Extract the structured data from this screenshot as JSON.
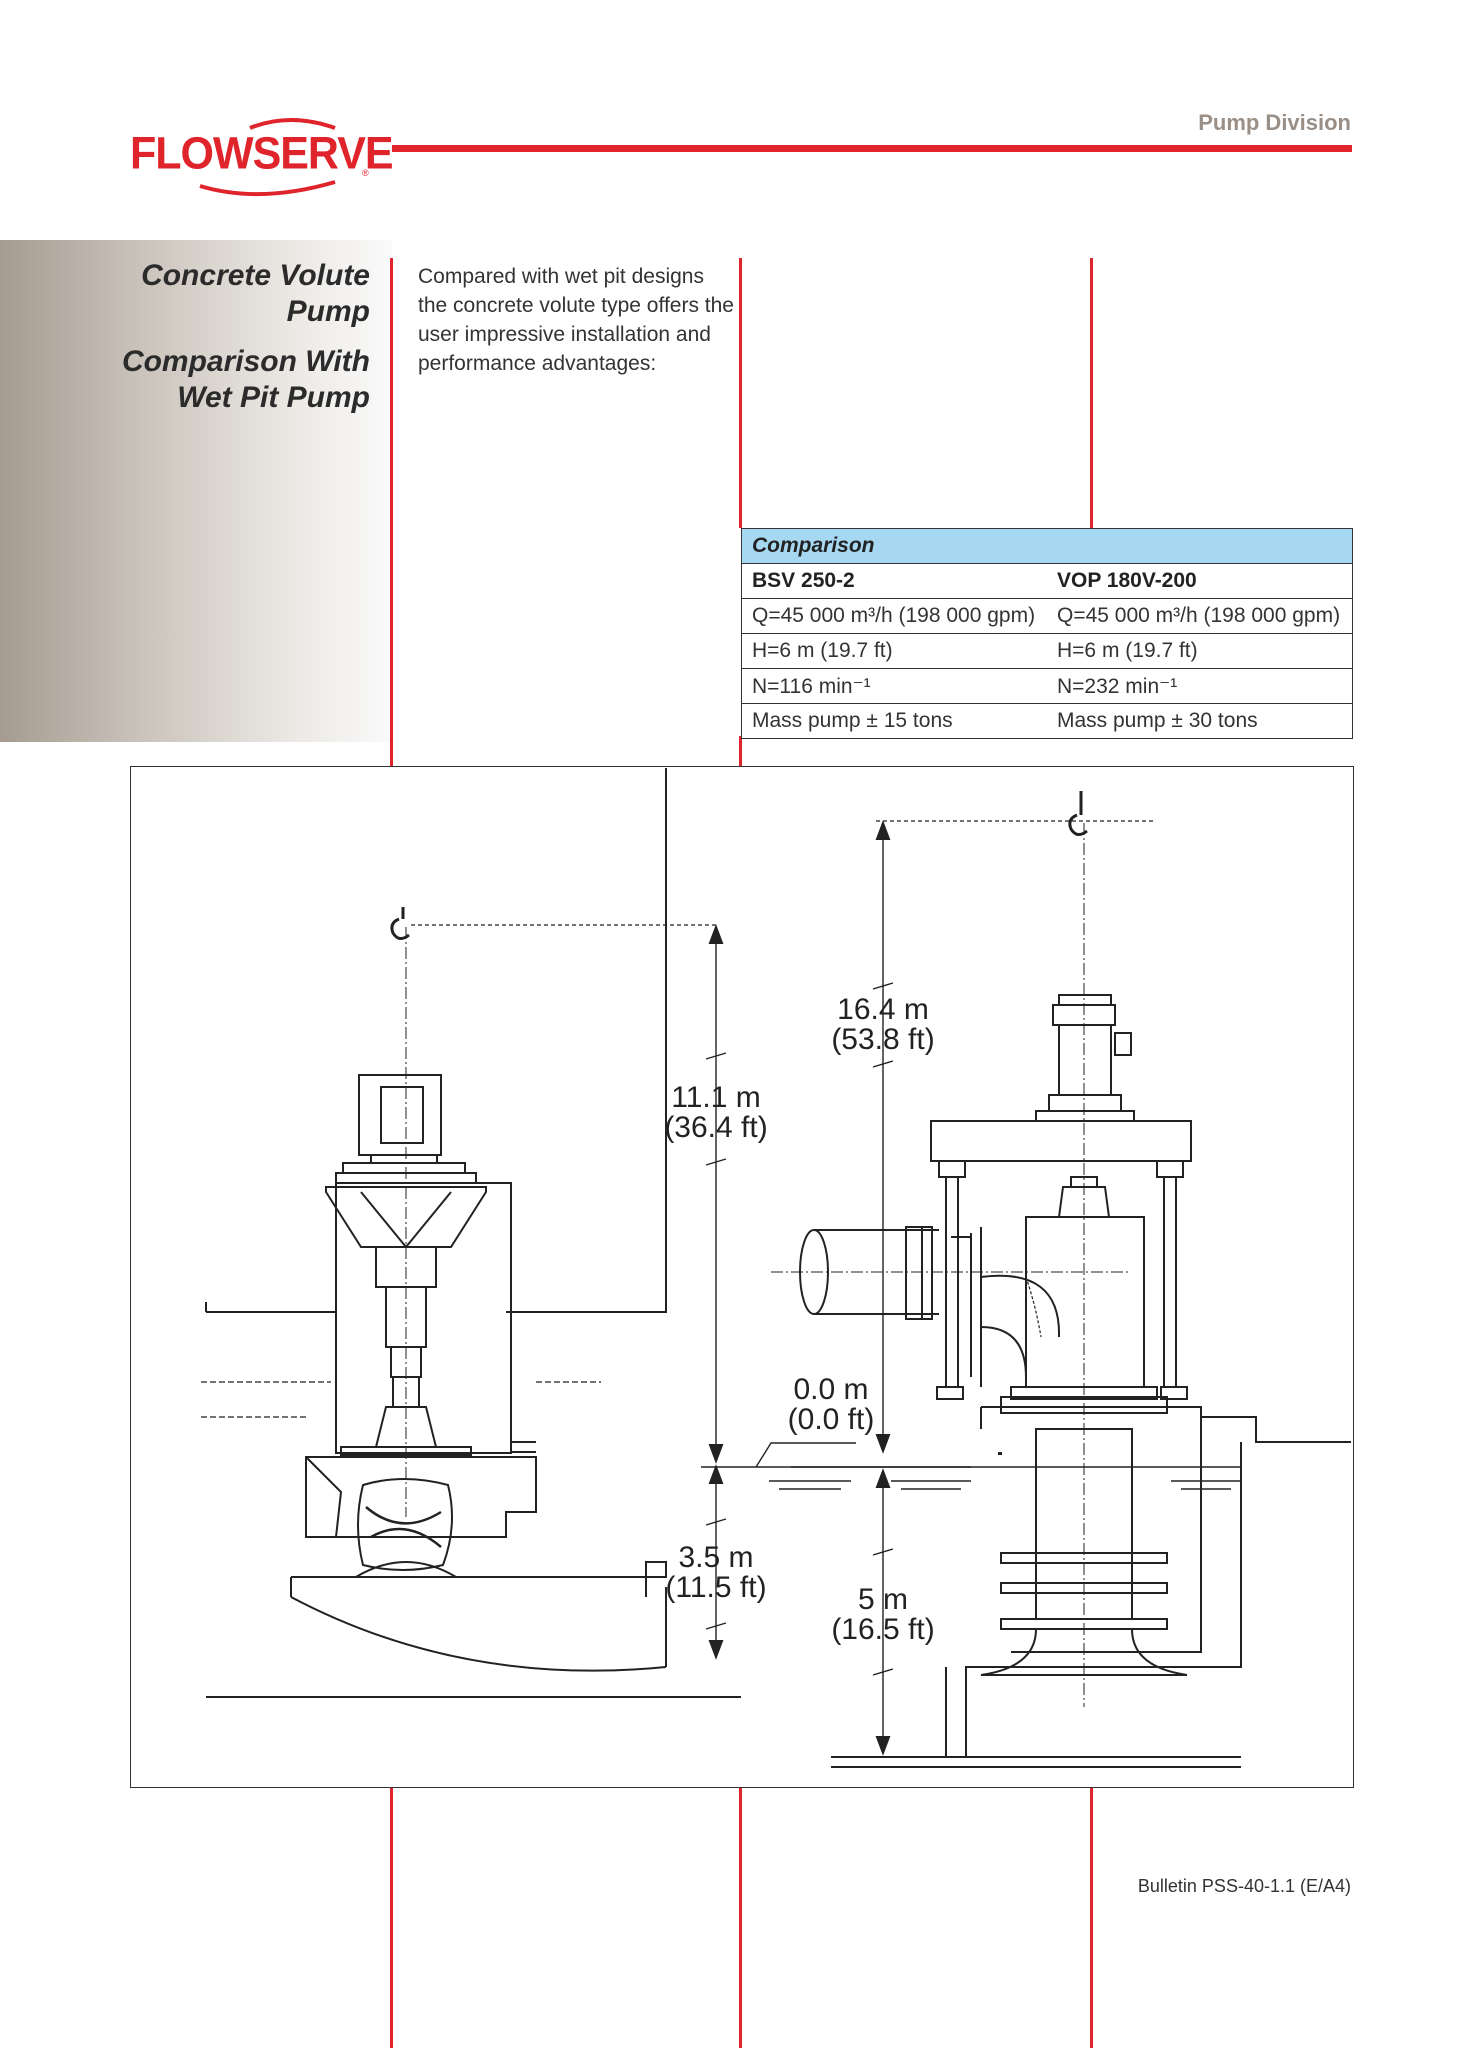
{
  "header": {
    "brand": "FLOWSERVE",
    "division": "Pump Division"
  },
  "sidebar": {
    "title_1": "Concrete Volute Pump",
    "title_2": "Comparison With Wet Pit Pump"
  },
  "intro_text": "Compared with wet pit designs the concrete volute type offers the user impressive installation and performance advantages:",
  "comparison": {
    "caption": "Comparison",
    "columns": [
      "BSV 250-2",
      "VOP 180V-200"
    ],
    "rows": [
      [
        "Q=45 000 m³/h (198 000 gpm)",
        "Q=45 000 m³/h (198 000 gpm)"
      ],
      [
        "H=6 m (19.7 ft)",
        "H=6 m (19.7 ft)"
      ],
      [
        "N=116 min⁻¹",
        "N=232 min⁻¹"
      ],
      [
        "Mass pump ± 15 tons",
        "Mass pump ± 30 tons"
      ]
    ]
  },
  "diagram": {
    "left_height": "11.1 m",
    "left_height_ft": "(36.4 ft)",
    "left_depth": "3.5 m",
    "left_depth_ft": "(11.5 ft)",
    "right_height": "16.4 m",
    "right_height_ft": "(53.8 ft)",
    "datum": "0.0 m",
    "datum_ft": "(0.0 ft)",
    "right_depth": "5 m",
    "right_depth_ft": "(16.5 ft)"
  },
  "footer": {
    "bulletin": "Bulletin PSS-40-1.1 (E/A4)"
  },
  "colors": {
    "brand_red": "#e0242b",
    "table_header": "#a7d8f2",
    "division_gray": "#9a8f86"
  }
}
